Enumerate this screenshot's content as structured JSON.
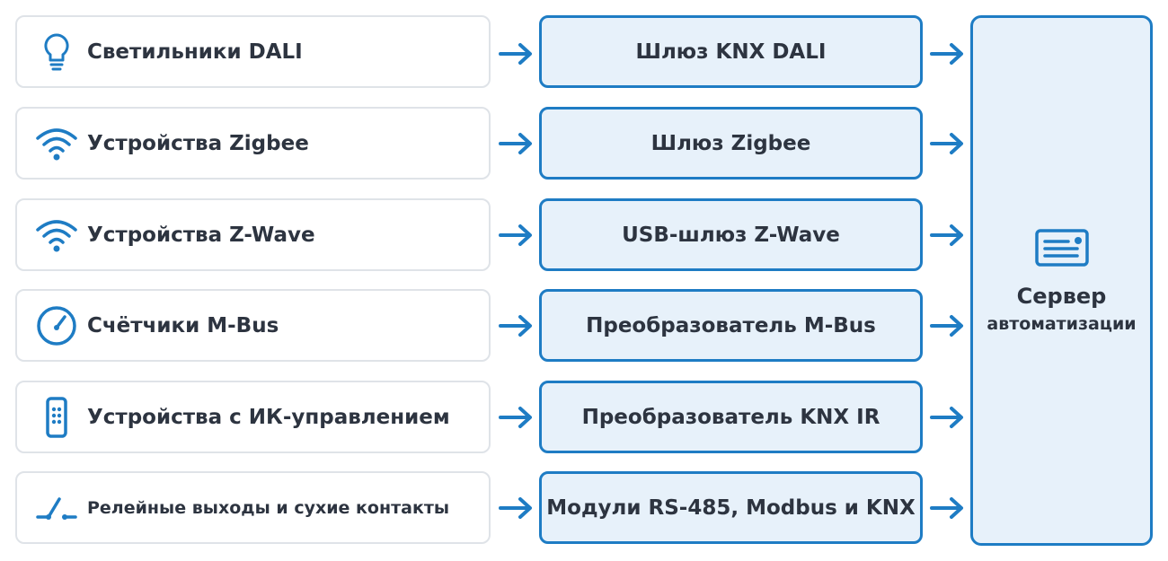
{
  "rows": [
    {
      "device": "Светильники DALI",
      "device_icon": "light-bulb-icon",
      "gateway": "Шлюз KNX DALI"
    },
    {
      "device": "Устройства Zigbee",
      "device_icon": "wifi-icon",
      "gateway": "Шлюз Zigbee"
    },
    {
      "device": "Устройства Z-Wave",
      "device_icon": "wifi-icon",
      "gateway": "USB-шлюз Z-Wave"
    },
    {
      "device": "Счётчики M-Bus",
      "device_icon": "meter-gauge-icon",
      "gateway": "Преобразователь M-Bus"
    },
    {
      "device": "Устройства с ИК-управлением",
      "device_icon": "remote-control-icon",
      "gateway": "Преобразователь KNX IR"
    },
    {
      "device": "Релейные выходы и сухие контакты",
      "device_icon": "relay-switch-icon",
      "gateway": "Модули RS-485, Modbus и KNX"
    }
  ],
  "server": {
    "title": "Сервер",
    "subtitle": "автоматизации",
    "icon": "server-icon"
  },
  "colors": {
    "accent": "#1e7cc4",
    "box_fill": "#e7f1fa",
    "device_border": "#dfe3e8",
    "text": "#2d3440"
  }
}
